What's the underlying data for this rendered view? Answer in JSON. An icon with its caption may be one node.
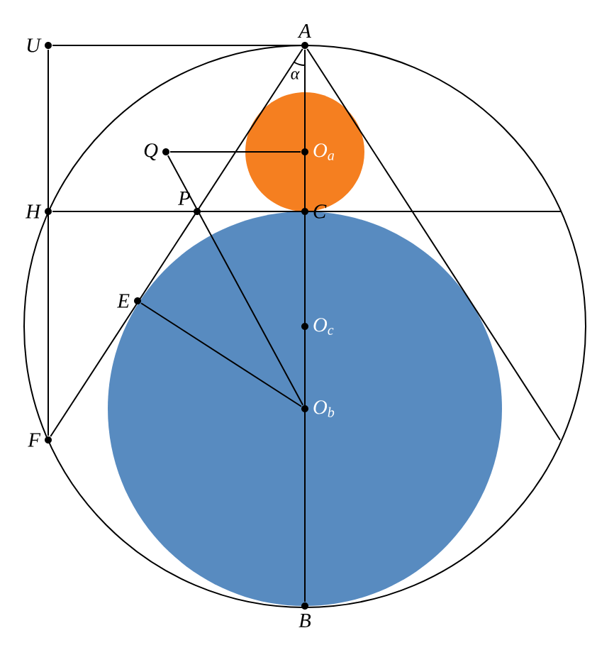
{
  "diagram": {
    "nodes": [
      {
        "text": [
          "A"
        ]
      },
      {
        "text": [
          "U"
        ]
      },
      {
        "text": [
          "Q"
        ]
      },
      {
        "text": [
          "O$_{a}$"
        ]
      },
      {
        "text": [
          "H"
        ]
      },
      {
        "text": [
          "P"
        ]
      },
      {
        "text": [
          "C"
        ]
      },
      {
        "text": [
          "E"
        ]
      },
      {
        "text": [
          "O$_{c}$"
        ]
      },
      {
        "text": [
          "O$_{b}$"
        ]
      },
      {
        "text": [
          "F"
        ]
      },
      {
        "text": [
          "B"
        ]
      }
    ],
    "edges": [
      {
        "from": 1,
        "to": 0,
        "arrow": "none"
      },
      {
        "from": 1,
        "to": 10,
        "arrow": "none"
      },
      {
        "from": 4,
        "to": null,
        "arrow": "none"
      },
      {
        "from": 0,
        "to": 10,
        "arrow": "none"
      },
      {
        "from": 0,
        "to": null,
        "arrow": "none"
      },
      {
        "from": 0,
        "to": 11,
        "arrow": "none"
      },
      {
        "from": 2,
        "to": 3,
        "arrow": "none"
      },
      {
        "from": 2,
        "to": 9,
        "arrow": "none"
      },
      {
        "from": 7,
        "to": 9,
        "arrow": "none"
      }
    ],
    "labels": [
      "α"
    ]
  }
}
